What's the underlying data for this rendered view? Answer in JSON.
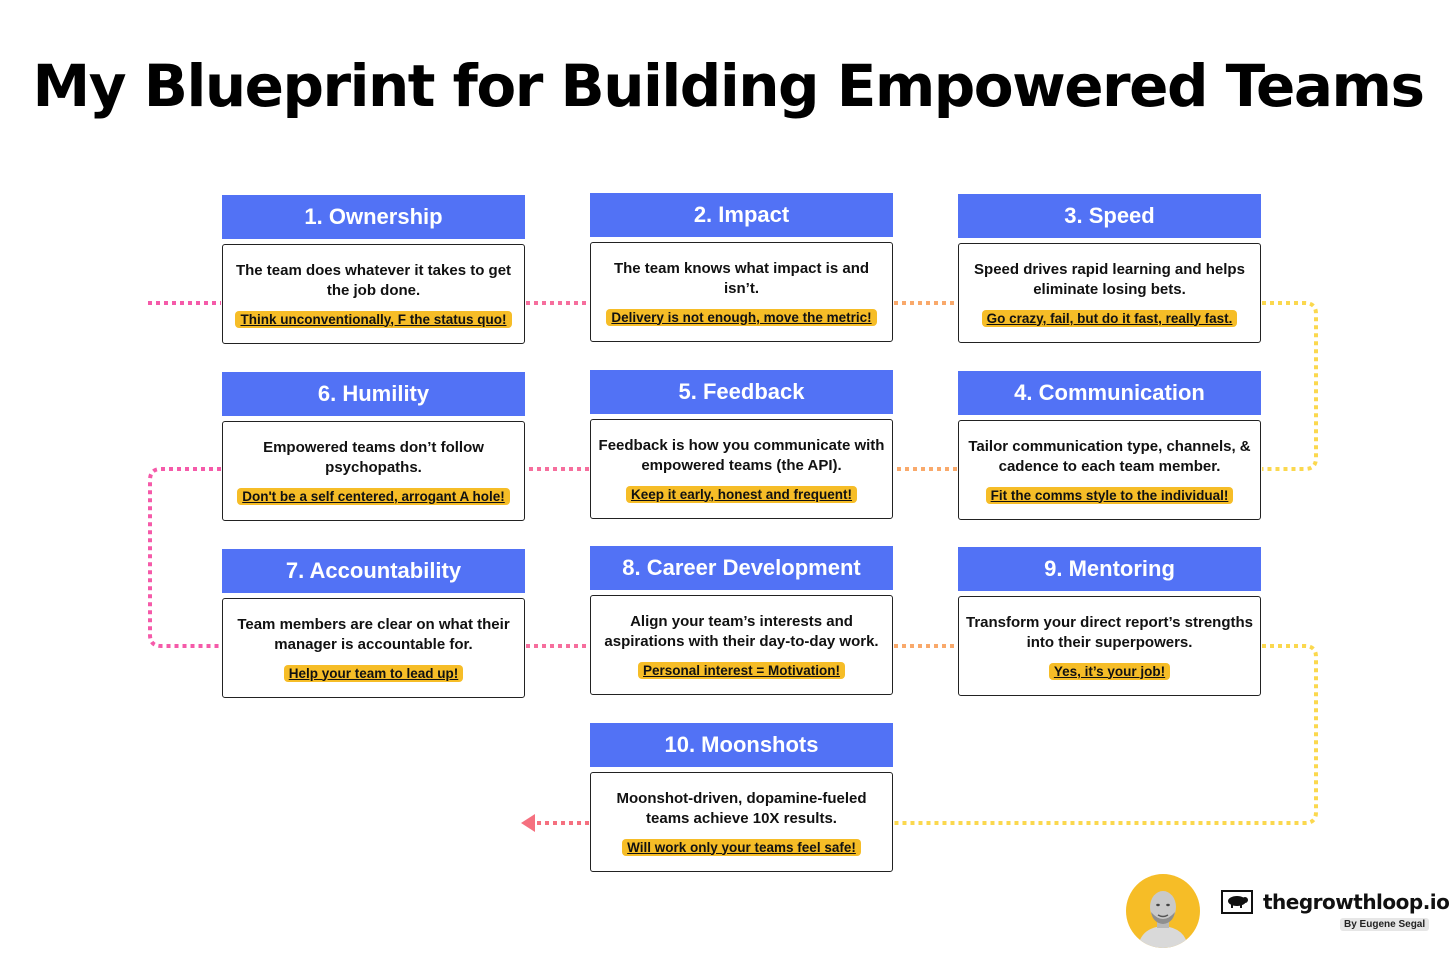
{
  "title": "My Blueprint for Building Empowered Teams",
  "colors": {
    "header": "#5272f5",
    "tag": "#f6bd27",
    "pink": "#f55aa9",
    "orange": "#f9a96b",
    "yellow": "#fbd84e"
  },
  "cards": [
    {
      "title": "1. Ownership",
      "text": "The team does whatever it takes to get the job done.",
      "tag": "Think unconventionally, F the status quo!"
    },
    {
      "title": "2. Impact",
      "text": "The team knows what impact is and isn’t.",
      "tag": "Delivery is not enough, move the metric!"
    },
    {
      "title": "3. Speed",
      "text": "Speed drives rapid learning and helps eliminate losing bets.",
      "tag": "Go crazy, fail, but do it fast, really fast."
    },
    {
      "title": "4. Communication",
      "text": "Tailor communication type, channels, & cadence to each team member.",
      "tag": "Fit the comms style to the individual!"
    },
    {
      "title": "5. Feedback",
      "text": "Feedback is how you communicate with empowered teams (the API).",
      "tag": "Keep it early, honest and frequent!"
    },
    {
      "title": "6. Humility",
      "text": "Empowered teams don’t follow psychopaths.",
      "tag": "Don't be a self centered, arrogant A hole!"
    },
    {
      "title": "7. Accountability",
      "text": "Team members are clear on what their manager is accountable for.",
      "tag": "Help your team to lead up!"
    },
    {
      "title": "8. Career Development",
      "text": "Align your team’s interests and aspirations with their day-to-day work.",
      "tag": "Personal interest = Motivation!"
    },
    {
      "title": "9. Mentoring",
      "text": "Transform your direct report’s strengths into their superpowers.",
      "tag": "Yes, it’s your job!"
    },
    {
      "title": "10. Moonshots",
      "text": "Moonshot-driven, dopamine-fueled teams achieve 10X results.",
      "tag": "Will work only your teams feel safe!"
    }
  ],
  "brand": {
    "name": "thegrowthloop.io",
    "byline": "By Eugene Segal",
    "icon": "sheep-icon"
  }
}
